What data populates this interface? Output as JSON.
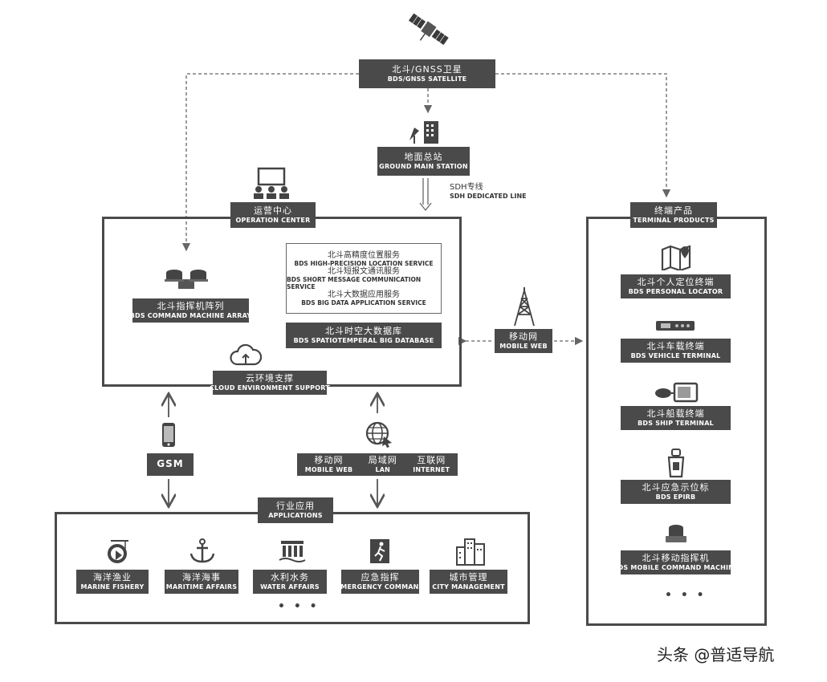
{
  "satellite": {
    "zh": "北斗/GNSS卫星",
    "en": "BDS/GNSS SATELLITE"
  },
  "ground_station": {
    "zh": "地面总站",
    "en": "GROUND MAIN STATION"
  },
  "sdh_line": {
    "zh": "SDH专线",
    "en": "SDH DEDICATED LINE"
  },
  "operation_center": {
    "title": {
      "zh": "运营中心",
      "en": "OPERATION CENTER"
    },
    "command_array": {
      "zh": "北斗指挥机阵列",
      "en": "BDS COMMAND MACHINE ARRAY"
    },
    "services": [
      {
        "zh": "北斗高精度位置服务",
        "en": "BDS HIGH-PRECISION LOCATION SERVICE"
      },
      {
        "zh": "北斗短报文通讯服务",
        "en": "BDS SHORT MESSAGE COMMUNICATION SERVICE"
      },
      {
        "zh": "北斗大数据应用服务",
        "en": "BDS BIG DATA APPLICATION SERVICE"
      }
    ],
    "database": {
      "zh": "北斗时空大数据库",
      "en": "BDS SPATIOTEMPERAL BIG DATABASE"
    },
    "cloud": {
      "zh": "云环境支撑",
      "en": "CLOUD ENVIRONMENT SUPPORT"
    }
  },
  "mobile_web_center": {
    "zh": "移动网",
    "en": "MOBILE WEB"
  },
  "gsm": "GSM",
  "networks": [
    {
      "zh": "移动网",
      "en": "MOBILE WEB"
    },
    {
      "zh": "局域网",
      "en": "LAN"
    },
    {
      "zh": "互联网",
      "en": "INTERNET"
    }
  ],
  "applications": {
    "title": {
      "zh": "行业应用",
      "en": "APPLICATIONS"
    },
    "items": [
      {
        "zh": "海洋渔业",
        "en": "MARINE FISHERY",
        "icon": "fish-icon"
      },
      {
        "zh": "海洋海事",
        "en": "MARITIME AFFAIRS",
        "icon": "anchor-icon"
      },
      {
        "zh": "水利水务",
        "en": "WATER AFFAIRS",
        "icon": "dam-icon"
      },
      {
        "zh": "应急指挥",
        "en": "EMERGENCY COMMAND",
        "icon": "emergency-exit-icon"
      },
      {
        "zh": "城市管理",
        "en": "CITY MANAGEMENT",
        "icon": "city-buildings-icon"
      }
    ],
    "ellipsis": "• • •"
  },
  "terminal_products": {
    "title": {
      "zh": "终端产品",
      "en": "TERMINAL PRODUCTS"
    },
    "items": [
      {
        "zh": "北斗个人定位终端",
        "en": "BDS PERSONAL LOCATOR",
        "icon": "map-pin-icon"
      },
      {
        "zh": "北斗车载终端",
        "en": "BDS VEHICLE TERMINAL",
        "icon": "vehicle-terminal-icon"
      },
      {
        "zh": "北斗船载终端",
        "en": "BDS SHIP TERMINAL",
        "icon": "ship-terminal-icon"
      },
      {
        "zh": "北斗应急示位标",
        "en": "BDS EPIRB",
        "icon": "epirb-beacon-icon"
      },
      {
        "zh": "北斗移动指挥机",
        "en": "BDS MOBILE COMMAND MACHINE",
        "icon": "mobile-command-icon"
      }
    ],
    "ellipsis": "• • •"
  },
  "watermark": "头条 @普适导航",
  "colors": {
    "label_bg": "#4a4a4a",
    "frame": "#4a4a4a",
    "line": "#666666",
    "text_on_label": "#ffffff"
  }
}
